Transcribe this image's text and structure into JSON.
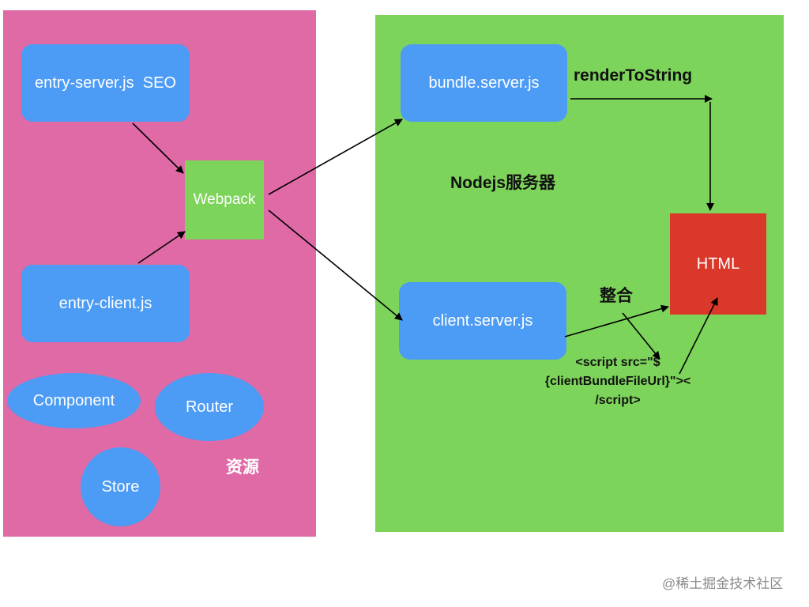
{
  "diagram": {
    "entry_server": "entry-server.js  SEO",
    "entry_client": "entry-client.js",
    "webpack": "Webpack",
    "component": "Component",
    "router": "Router",
    "store": "Store",
    "resources_label": "资源",
    "bundle_server": "bundle.server.js",
    "render_to_string": "renderToString",
    "nodejs_server_label": "Nodejs服务器",
    "html": "HTML",
    "client_server": "client.server.js",
    "integrate_label": "整合",
    "script_tag_lines": [
      "<script src=\"$",
      "{clientBundleFileUrl}\"><",
      "/script>"
    ]
  },
  "colors": {
    "left_panel": "#e06aa6",
    "right_panel": "#7dd45a",
    "node_blue": "#4c9bf5",
    "webpack_green": "#7dd45a",
    "html_red": "#d9382a"
  },
  "watermark": "@稀土掘金技术社区"
}
